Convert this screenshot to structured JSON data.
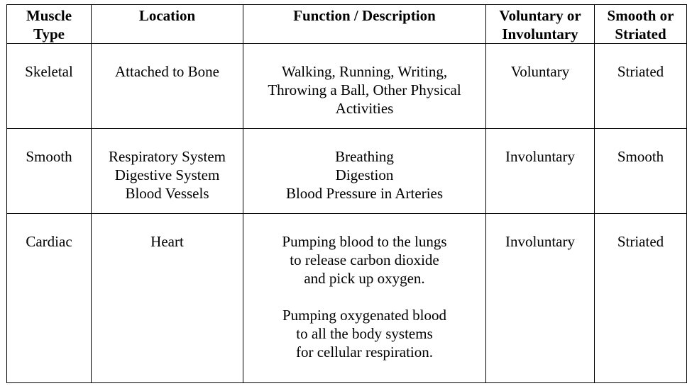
{
  "table": {
    "headers": [
      [
        "Muscle",
        "Type"
      ],
      [
        "Location"
      ],
      [
        "Function / Description"
      ],
      [
        "Voluntary or",
        "Involuntary"
      ],
      [
        "Smooth or",
        "Striated"
      ]
    ],
    "rows": [
      {
        "type": "Skeletal",
        "location": [
          "Attached to Bone"
        ],
        "function": [
          "Walking, Running, Writing,",
          "Throwing a Ball, Other Physical",
          "Activities"
        ],
        "voluntary": "Voluntary",
        "striation": "Striated"
      },
      {
        "type": "Smooth",
        "location": [
          "Respiratory System",
          "Digestive System",
          "Blood Vessels"
        ],
        "function": [
          "Breathing",
          "Digestion",
          "Blood Pressure in Arteries"
        ],
        "voluntary": "Involuntary",
        "striation": "Smooth"
      },
      {
        "type": "Cardiac",
        "location": [
          "Heart"
        ],
        "function_p1": [
          "Pumping blood to the lungs",
          "to release carbon dioxide",
          "and pick up oxygen."
        ],
        "function_p2": [
          "Pumping oxygenated blood",
          "to all the body systems",
          "for cellular respiration."
        ],
        "voluntary": "Involuntary",
        "striation": "Striated"
      }
    ]
  }
}
